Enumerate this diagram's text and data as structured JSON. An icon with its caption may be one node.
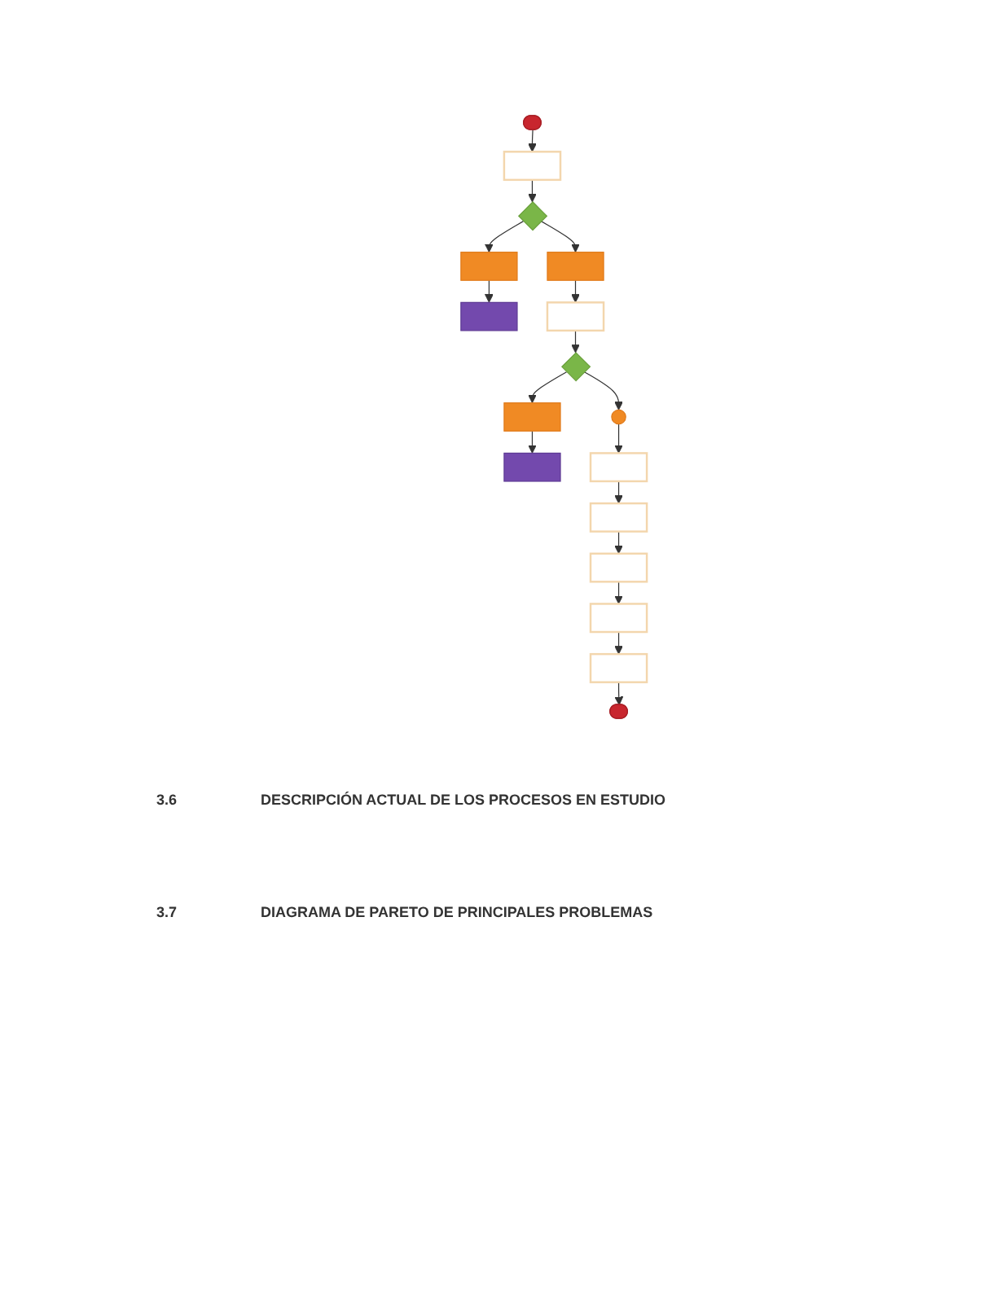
{
  "diagram": {
    "nodes": [
      {
        "text": [],
        "shape": "oval"
      },
      {
        "text": [],
        "shape": "box"
      },
      {
        "text": [],
        "shape": "diamond"
      },
      {
        "text": [],
        "shape": "box"
      },
      {
        "text": [],
        "shape": "box"
      },
      {
        "text": [],
        "shape": "box"
      },
      {
        "text": [],
        "shape": "box"
      },
      {
        "text": [],
        "shape": "diamond"
      },
      {
        "text": [],
        "shape": "box"
      },
      {
        "text": [],
        "shape": "box"
      },
      {
        "text": [],
        "shape": "circle"
      },
      {
        "text": [],
        "shape": "box"
      },
      {
        "text": [],
        "shape": "box"
      },
      {
        "text": [],
        "shape": "box"
      },
      {
        "text": [],
        "shape": "box"
      },
      {
        "text": [],
        "shape": "box"
      },
      {
        "text": [],
        "shape": "oval"
      }
    ],
    "edges": [
      {
        "from": 0,
        "to": 1,
        "arrow": "to"
      },
      {
        "from": 1,
        "to": 2,
        "arrow": "to"
      },
      {
        "from": 2,
        "to": 3,
        "arrow": "to"
      },
      {
        "from": 3,
        "to": 4,
        "arrow": "to"
      },
      {
        "from": 2,
        "to": 5,
        "arrow": "to"
      },
      {
        "from": 5,
        "to": 6,
        "arrow": "to"
      },
      {
        "from": 6,
        "to": 7,
        "arrow": "to"
      },
      {
        "from": 7,
        "to": 8,
        "arrow": "to"
      },
      {
        "from": 8,
        "to": 9,
        "arrow": "to"
      },
      {
        "from": 7,
        "to": 10,
        "arrow": "to"
      },
      {
        "from": 10,
        "to": 11,
        "arrow": "to"
      },
      {
        "from": 11,
        "to": 12,
        "arrow": "to"
      },
      {
        "from": 12,
        "to": 13,
        "arrow": "to"
      },
      {
        "from": 13,
        "to": 14,
        "arrow": "to"
      },
      {
        "from": 14,
        "to": 15,
        "arrow": "to"
      },
      {
        "from": 15,
        "to": 16,
        "arrow": "to"
      }
    ],
    "labels": [
      "3.6",
      "DESCRIPCIÓN ACTUAL DE LOS PROCESOS EN ESTUDIO",
      "3.7",
      "DIAGRAMA DE PARETO DE PRINCIPALES PROBLEMAS"
    ]
  }
}
